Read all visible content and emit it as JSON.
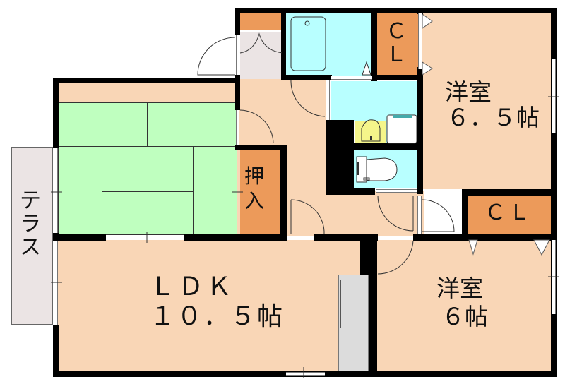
{
  "floorplan": {
    "rooms": [
      {
        "id": "ldk",
        "label": "ＬＤＫ",
        "size": "１０．５帖"
      },
      {
        "id": "western-6-5",
        "label": "洋室",
        "size": "６．５帖"
      },
      {
        "id": "western-6",
        "label": "洋室",
        "size": "６帖"
      },
      {
        "id": "terrace",
        "label": "テラス"
      },
      {
        "id": "oshiire",
        "label": "押入"
      },
      {
        "id": "closet-top",
        "label": "Ｃ\nＬ"
      },
      {
        "id": "closet-right",
        "label": "ＣＬ"
      }
    ],
    "colors": {
      "floor": "#f9d6b6",
      "tatami": "#bfffbf",
      "wet_area": "#b8ffff",
      "closet": "#ec9a5a",
      "terrace": "#ebe4e4",
      "wall": "#000000",
      "toilet_sink": "#f5f58a"
    }
  }
}
